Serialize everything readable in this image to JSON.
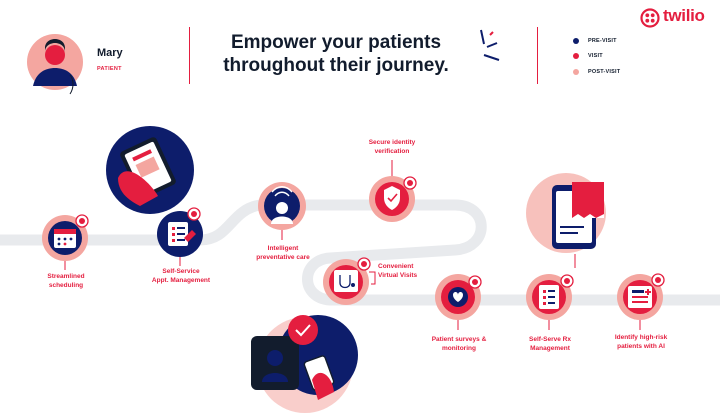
{
  "persona": {
    "name": "Mary",
    "role": "PATIENT"
  },
  "headline": {
    "line1": "Empower your patients",
    "line2": "throughout their journey."
  },
  "legend": [
    {
      "label": "PRE-VISIT",
      "color": "#0d1d6b"
    },
    {
      "label": "VISIT",
      "color": "#e41e3f"
    },
    {
      "label": "POST-VISIT",
      "color": "#f4a6a0"
    }
  ],
  "brand": {
    "name": "twilio",
    "color": "#e41e3f"
  },
  "colors": {
    "navy": "#0d1d6b",
    "red": "#e41e3f",
    "pink": "#f4a6a0",
    "path": "#e8eaed"
  },
  "stages": [
    {
      "line1": "Streamlined",
      "line2": "scheduling",
      "phase": "pre-visit",
      "icon": "calendar-icon"
    },
    {
      "line1": "Self-Service",
      "line2": "Appt. Management",
      "phase": "pre-visit",
      "icon": "appointment-list-icon"
    },
    {
      "line1": "Intelligent",
      "line2": "preventative care",
      "phase": "pre-visit",
      "icon": "person-signal-icon"
    },
    {
      "line1": "Secure identity",
      "line2": "verification",
      "phase": "visit",
      "icon": "shield-check-icon"
    },
    {
      "line1": "Convenient",
      "line2": "Virtual Visits",
      "phase": "visit",
      "icon": "stethoscope-icon"
    },
    {
      "line1": "Patient surveys &",
      "line2": "monitoring",
      "phase": "post-visit",
      "icon": "heart-gear-icon"
    },
    {
      "line1": "Self-Serve Rx",
      "line2": "Management",
      "phase": "post-visit",
      "icon": "prescription-icon"
    },
    {
      "line1": "Identify high-risk",
      "line2": "patients with AI",
      "phase": "post-visit",
      "icon": "medical-record-icon"
    }
  ]
}
